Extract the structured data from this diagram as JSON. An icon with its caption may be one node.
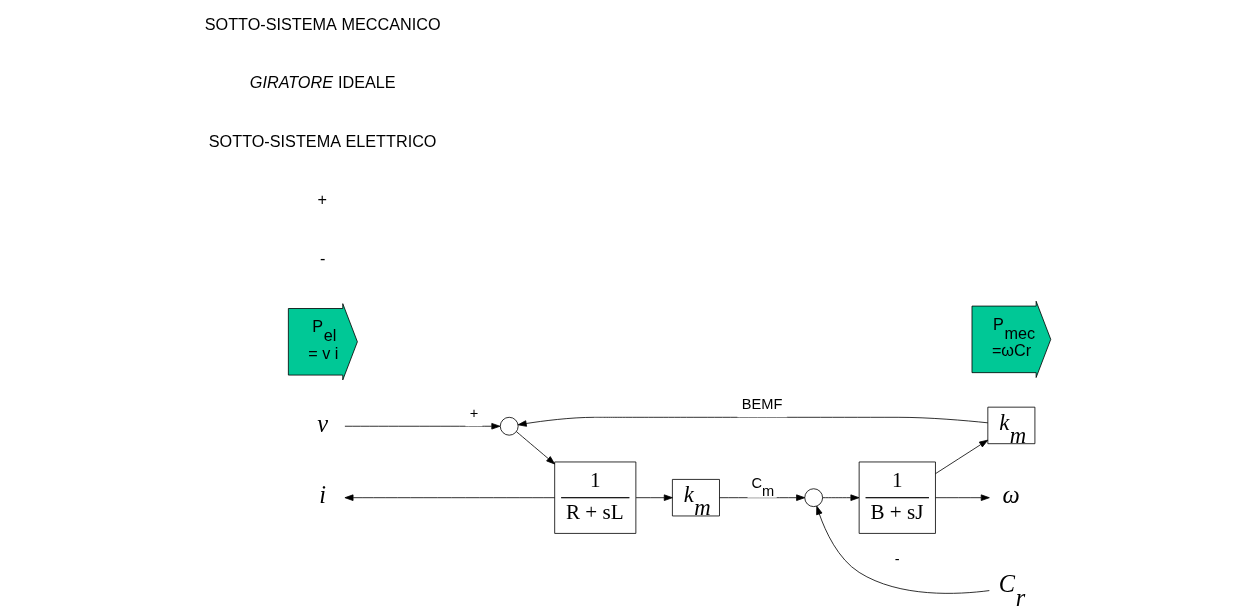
{
  "diagram": {
    "nodes": [
      {
        "text": [
          "v"
        ]
      },
      {
        "text": [],
        "shape": "circle"
      },
      {
        "text": [
          "k$_{m}$"
        ]
      },
      {
        "text": [
          "ω"
        ]
      },
      {
        "text": [
          "1",
          "R + sL"
        ]
      },
      {
        "text": [
          "1",
          "B + sJ"
        ]
      },
      {
        "text": [
          "i"
        ]
      },
      {
        "text": [
          "k$_{m}$"
        ]
      },
      {
        "text": [],
        "shape": "circle"
      },
      {
        "text": [
          "C$_{r}$"
        ]
      },
      {
        "text": [
          "P$_{el}$ = v i"
        ]
      },
      {
        "text": [
          "P$_{mec}$ =ωCr"
        ]
      }
    ],
    "edges": [
      {
        "from": 0,
        "to": 1,
        "arrow": "to",
        "label": "+"
      },
      {
        "from": 2,
        "to": 1,
        "arrow": "to",
        "label": "BEMF"
      },
      {
        "from": 5,
        "to": 2,
        "arrow": "to"
      },
      {
        "from": 5,
        "to": 3,
        "arrow": "to"
      },
      {
        "from": 1,
        "to": 4,
        "arrow": "to"
      },
      {
        "from": 4,
        "to": 6,
        "arrow": "to"
      },
      {
        "from": 4,
        "to": 7,
        "arrow": "to"
      },
      {
        "from": 7,
        "to": 8,
        "arrow": "to",
        "label": "C$_{m}$"
      },
      {
        "from": 9,
        "to": 8,
        "arrow": "to",
        "label": "-"
      },
      {
        "from": 8,
        "to": 5,
        "arrow": "to"
      }
    ],
    "labels": [
      "-",
      "+",
      "SOTTO-SISTEMA ELETTRICO",
      "*GIRATORE* IDEALE",
      "SOTTO-SISTEMA MECCANICO"
    ]
  }
}
